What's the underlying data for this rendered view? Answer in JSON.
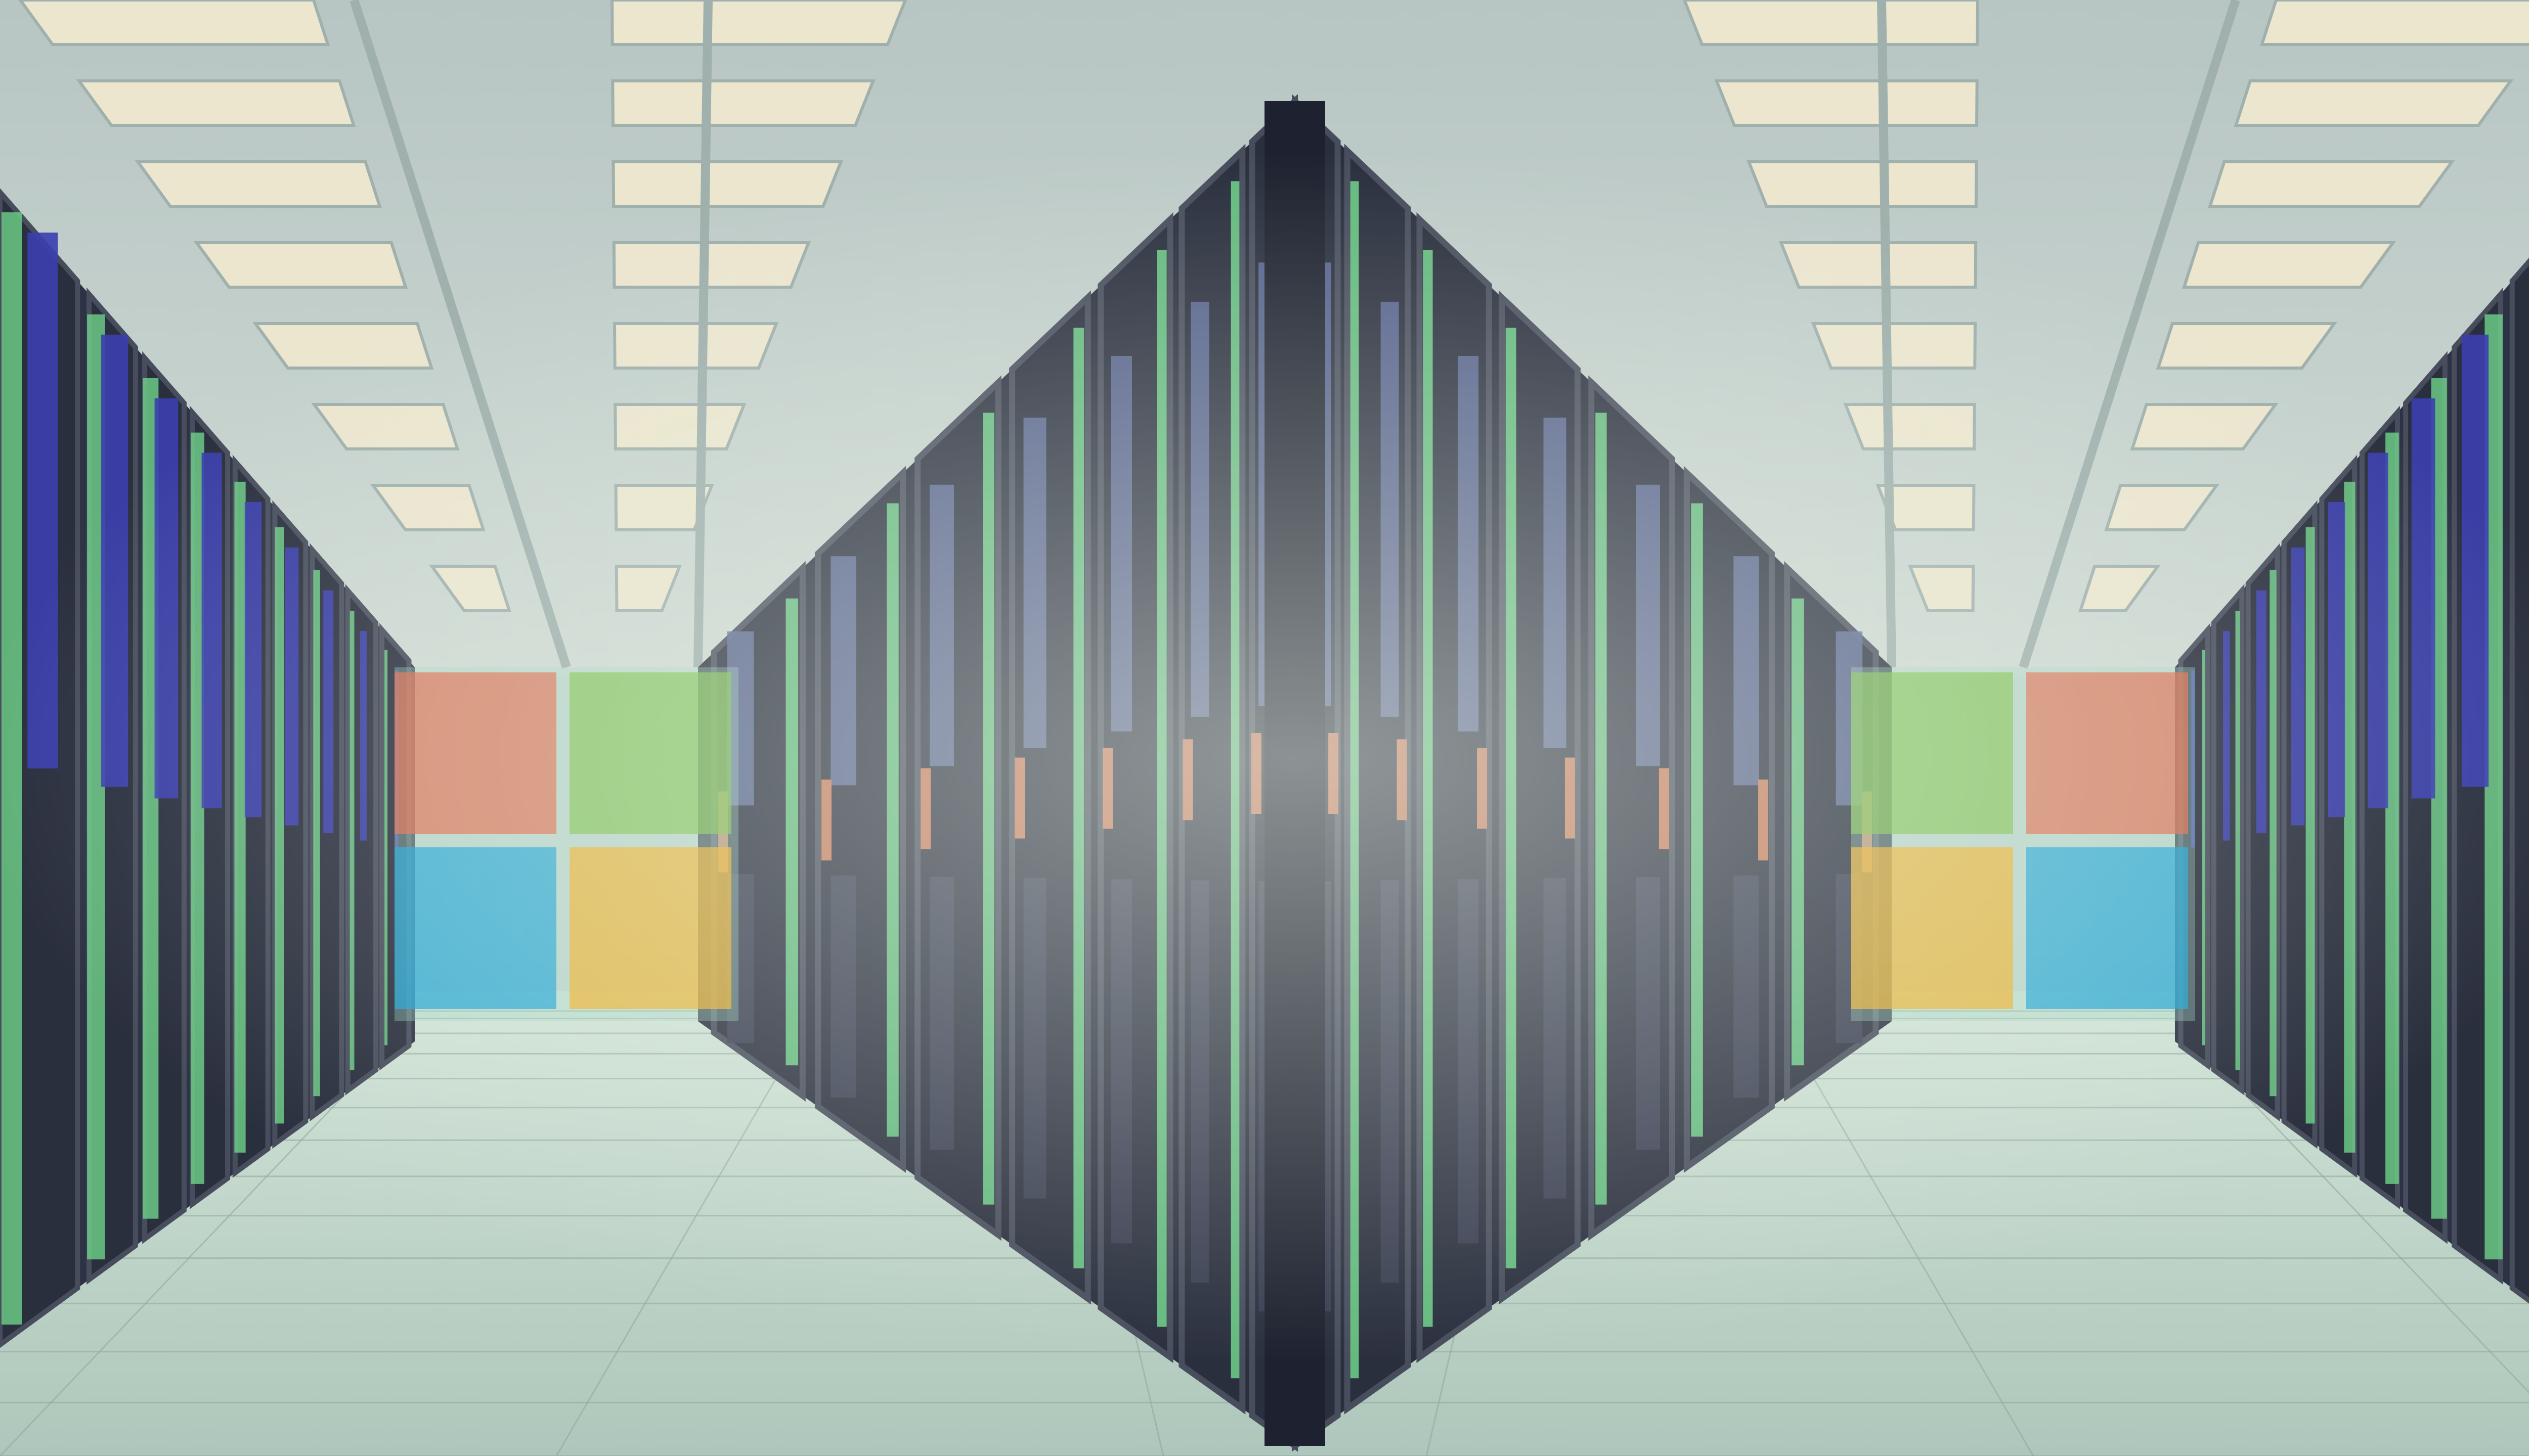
{
  "scene": {
    "subject": "server-room-corridor",
    "colors": {
      "ceiling": "#c3cfcb",
      "ceiling_shadow": "#9fb0ad",
      "ceiling_light": "#ece6cf",
      "floor": "#bcd3c8",
      "floor_line": "#8fa79b",
      "rack_dark": "#2a2f3e",
      "rack_frame": "#474d5c",
      "rack_glow_green": "#6fd38a",
      "rack_glow_blue": "#3b3fb0",
      "rack_vent": "#5e6b9a",
      "handle": "#c77a5a",
      "wall_glow": "#9ed6c3"
    },
    "logos": [
      {
        "name": "logo-left",
        "tiles": {
          "top_left": "#e06a4a",
          "top_right": "#7cc24a",
          "bottom_left": "#1aa3d6",
          "bottom_right": "#f0b026"
        }
      },
      {
        "name": "logo-right",
        "tiles": {
          "top_left": "#7cc24a",
          "top_right": "#e06a4a",
          "bottom_left": "#f0b026",
          "bottom_right": "#1aa3d6"
        }
      }
    ]
  }
}
